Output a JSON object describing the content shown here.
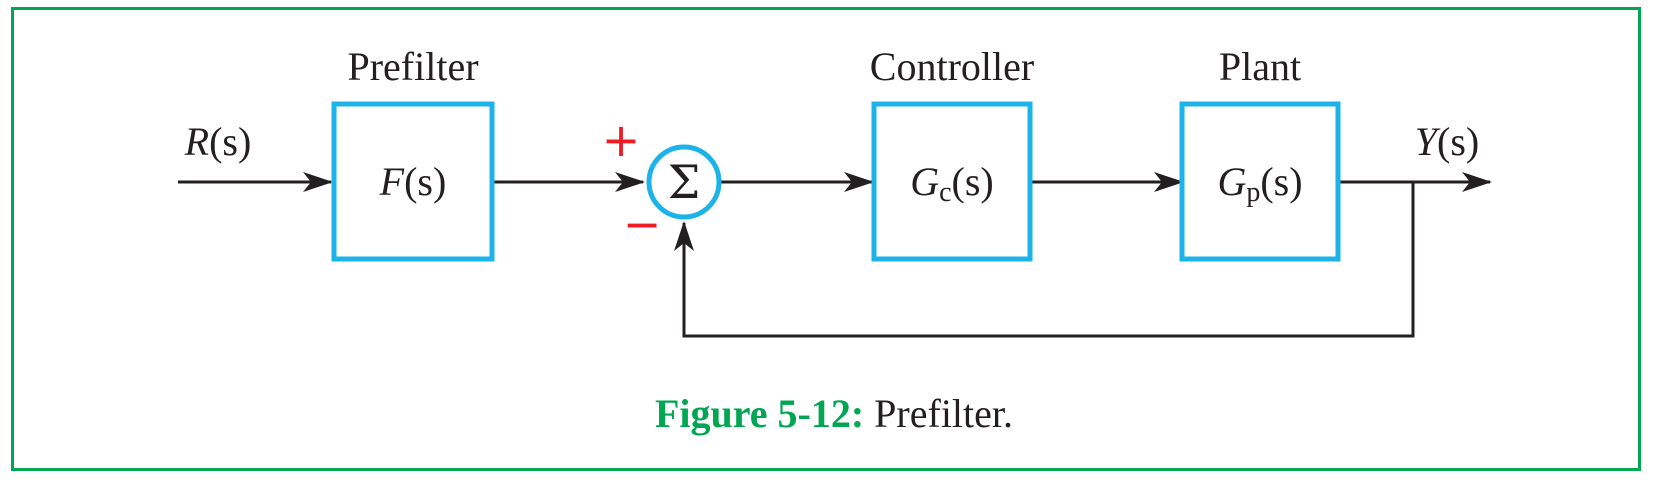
{
  "blocks": {
    "prefilter": {
      "title": "Prefilter",
      "func": "F",
      "sub": "",
      "arg": "(s)"
    },
    "controller": {
      "title": "Controller",
      "func": "G",
      "sub": "c",
      "arg": "(s)"
    },
    "plant": {
      "title": "Plant",
      "func": "G",
      "sub": "p",
      "arg": "(s)"
    }
  },
  "signals": {
    "input": {
      "name": "R",
      "arg": "(s)"
    },
    "output": {
      "name": "Y",
      "arg": "(s)"
    }
  },
  "summing_junction": {
    "symbol": "Σ",
    "plus": "+",
    "minus": "−"
  },
  "caption": {
    "number": "Figure 5-12:",
    "text": "Prefilter."
  },
  "colors": {
    "block_border": "#1cb3ea",
    "frame": "#00a651",
    "sign": "#ed1c24",
    "line": "#231f20"
  }
}
